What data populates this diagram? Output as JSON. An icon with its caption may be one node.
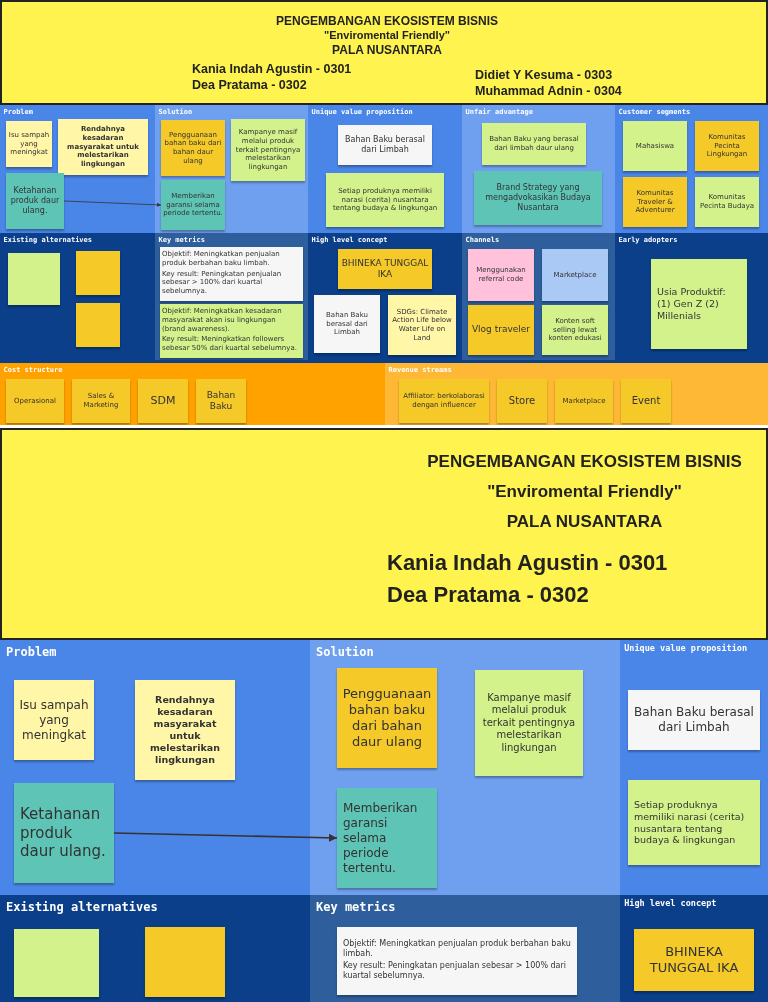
{
  "diagram": {
    "nodes": [
      {
        "text": [
          "PENGEMBANGAN EKOSISTEM BISNIS",
          "\"Enviromental Friendly\"",
          "PALA NUSANTARA",
          "Kania Indah Agustin - 0301",
          "Dea Pratama - 0302",
          "Didiet Y Kesuma - 0303",
          "Muhammad Adnin - 0304"
        ]
      },
      {
        "text": [
          "Problem"
        ]
      },
      {
        "text": [
          "Isu sampah yang meningkat"
        ],
        "in": 1
      },
      {
        "text": [
          "Rendahnya kesadaran masyarakat untuk melestarikan lingkungan"
        ],
        "in": 1
      },
      {
        "text": [
          "Ketahanan produk daur ulang."
        ],
        "in": 1
      },
      {
        "text": [
          "Solution"
        ]
      },
      {
        "text": [
          "Pengguanaan bahan baku dari bahan daur ulang"
        ],
        "in": 5
      },
      {
        "text": [
          "Kampanye masif melalui produk terkait pentingnya melestarikan lingkungan"
        ],
        "in": 5
      },
      {
        "text": [
          "Memberikan garansi selama periode tertentu."
        ],
        "in": 5
      },
      {
        "text": [
          "Unique value proposition"
        ]
      },
      {
        "text": [
          "Bahan Baku berasal dari Limbah"
        ],
        "in": 9
      },
      {
        "text": [
          "Setiap produknya memiliki narasi (cerita) nusantara tentang budaya & lingkungan"
        ],
        "in": 9
      },
      {
        "text": [
          "Unfair advantage"
        ]
      },
      {
        "text": [
          "Bahan Baku yang berasal dari limbah daur ulang"
        ],
        "in": 12
      },
      {
        "text": [
          "Brand Strategy yang mengadvokasikan Budaya Nusantara"
        ],
        "in": 12
      },
      {
        "text": [
          "Customer segments"
        ]
      },
      {
        "text": [
          "Mahasiswa"
        ],
        "in": 15
      },
      {
        "text": [
          "Komunitas Pecinta Lingkungan"
        ],
        "in": 15
      },
      {
        "text": [
          "Komunitas Traveler & Adventurer"
        ],
        "in": 15
      },
      {
        "text": [
          "Komunitas Pecinta Budaya"
        ],
        "in": 15
      },
      {
        "text": [
          "Existing alternatives"
        ]
      },
      {
        "text": [],
        "shape": "box",
        "in": 20
      },
      {
        "text": [],
        "shape": "box",
        "in": 20
      },
      {
        "text": [],
        "shape": "box",
        "in": 20
      },
      {
        "text": [
          "Key metrics"
        ]
      },
      {
        "text": [
          "Objektif: Meningkatkan penjualan produk berbahan baku limbah.",
          "Key result: Peningkatan penjualan sebesar > 100% dari kuartal sebelumnya."
        ],
        "in": 24
      },
      {
        "text": [
          "Objektif: Meningkatkan kesadaran masyarakat akan isu lingkungan (brand awareness).",
          "Key result: Meningkatkan followers sebesar 50% dari kuartal sebelumnya."
        ],
        "in": 24
      },
      {
        "text": [
          "High level concept"
        ]
      },
      {
        "text": [
          "BHINEKA TUNGGAL IKA"
        ],
        "in": 27
      },
      {
        "text": [
          "Bahan Baku berasal dari Limbah"
        ],
        "in": 27
      },
      {
        "text": [
          "SDGs: Climate Action Life below Water Life on Land"
        ],
        "in": 27
      },
      {
        "text": [
          "Channels"
        ]
      },
      {
        "text": [
          "Menggunakan referral code"
        ],
        "in": 31
      },
      {
        "text": [
          "Marketplace"
        ],
        "in": 31
      },
      {
        "text": [
          "Vlog traveler"
        ],
        "in": 31
      },
      {
        "text": [
          "Konten soft selling lewat konten edukasi"
        ],
        "in": 31
      },
      {
        "text": [
          "Early adopters"
        ]
      },
      {
        "text": [
          "Usia Produktif: (1) Gen Z (2) Millenials"
        ],
        "in": 36
      },
      {
        "text": [
          "Cost structure"
        ]
      },
      {
        "text": [
          "Operasional"
        ],
        "in": 38
      },
      {
        "text": [
          "Sales & Marketing"
        ],
        "in": 38
      },
      {
        "text": [
          "SDM"
        ],
        "in": 38
      },
      {
        "text": [
          "Bahan Baku"
        ],
        "in": 38
      },
      {
        "text": [
          "Revenue streams"
        ]
      },
      {
        "text": [
          "Affiliator: berkolaborasi dengan influencer"
        ],
        "in": 43
      },
      {
        "text": [
          "Store"
        ],
        "in": 43
      },
      {
        "text": [
          "Marketplace"
        ],
        "in": 43
      },
      {
        "text": [
          "Event"
        ],
        "in": 43
      },
      {
        "text": [
          "PENGEMBANGAN EKOSISTEM BISNIS",
          "\"Enviromental Friendly\"",
          "PALA NUSANTARA",
          "Kania Indah Agustin - 0301",
          "Dea Pratama - 0302"
        ]
      },
      {
        "text": [
          "Problem"
        ]
      },
      {
        "text": [
          "Isu sampah yang meningkat"
        ],
        "in": 49
      },
      {
        "text": [
          "Rendahnya kesadaran masyarakat untuk melestarikan lingkungan"
        ],
        "in": 49
      },
      {
        "text": [
          "Ketahanan produk daur ulang."
        ],
        "in": 49
      },
      {
        "text": [
          "Solution"
        ]
      },
      {
        "text": [
          "Pengguanaan bahan baku dari bahan daur ulang"
        ],
        "in": 53
      },
      {
        "text": [
          "Kampanye masif melalui produk terkait pentingnya melestarikan lingkungan"
        ],
        "in": 53
      },
      {
        "text": [
          "Memberikan garansi selama periode tertentu."
        ],
        "in": 53
      },
      {
        "text": [
          "Unique value proposition"
        ]
      },
      {
        "text": [
          "Bahan Baku berasal dari Limbah"
        ],
        "in": 57
      },
      {
        "text": [
          "Setiap produknya memiliki narasi (cerita) nusantara tentang budaya & lingkungan"
        ],
        "in": 57
      },
      {
        "text": [
          "Existing alternatives"
        ]
      },
      {
        "text": [],
        "shape": "box",
        "in": 60
      },
      {
        "text": [],
        "shape": "box",
        "in": 60
      },
      {
        "text": [
          "Key metrics"
        ]
      },
      {
        "text": [
          "Objektif: Meningkatkan penjualan produk berbahan baku limbah.",
          "Key result: Peningkatan penjualan sebesar > 100% dari kuartal sebelumnya."
        ],
        "in": 63
      },
      {
        "text": [
          "High level concept"
        ]
      },
      {
        "text": [
          "BHINEKA TUNGGAL IKA"
        ],
        "in": 65
      }
    ],
    "edges": [
      {
        "from": 4,
        "to": 8,
        "arrow": "to"
      },
      {
        "from": 52,
        "to": 56,
        "arrow": "to"
      }
    ]
  }
}
